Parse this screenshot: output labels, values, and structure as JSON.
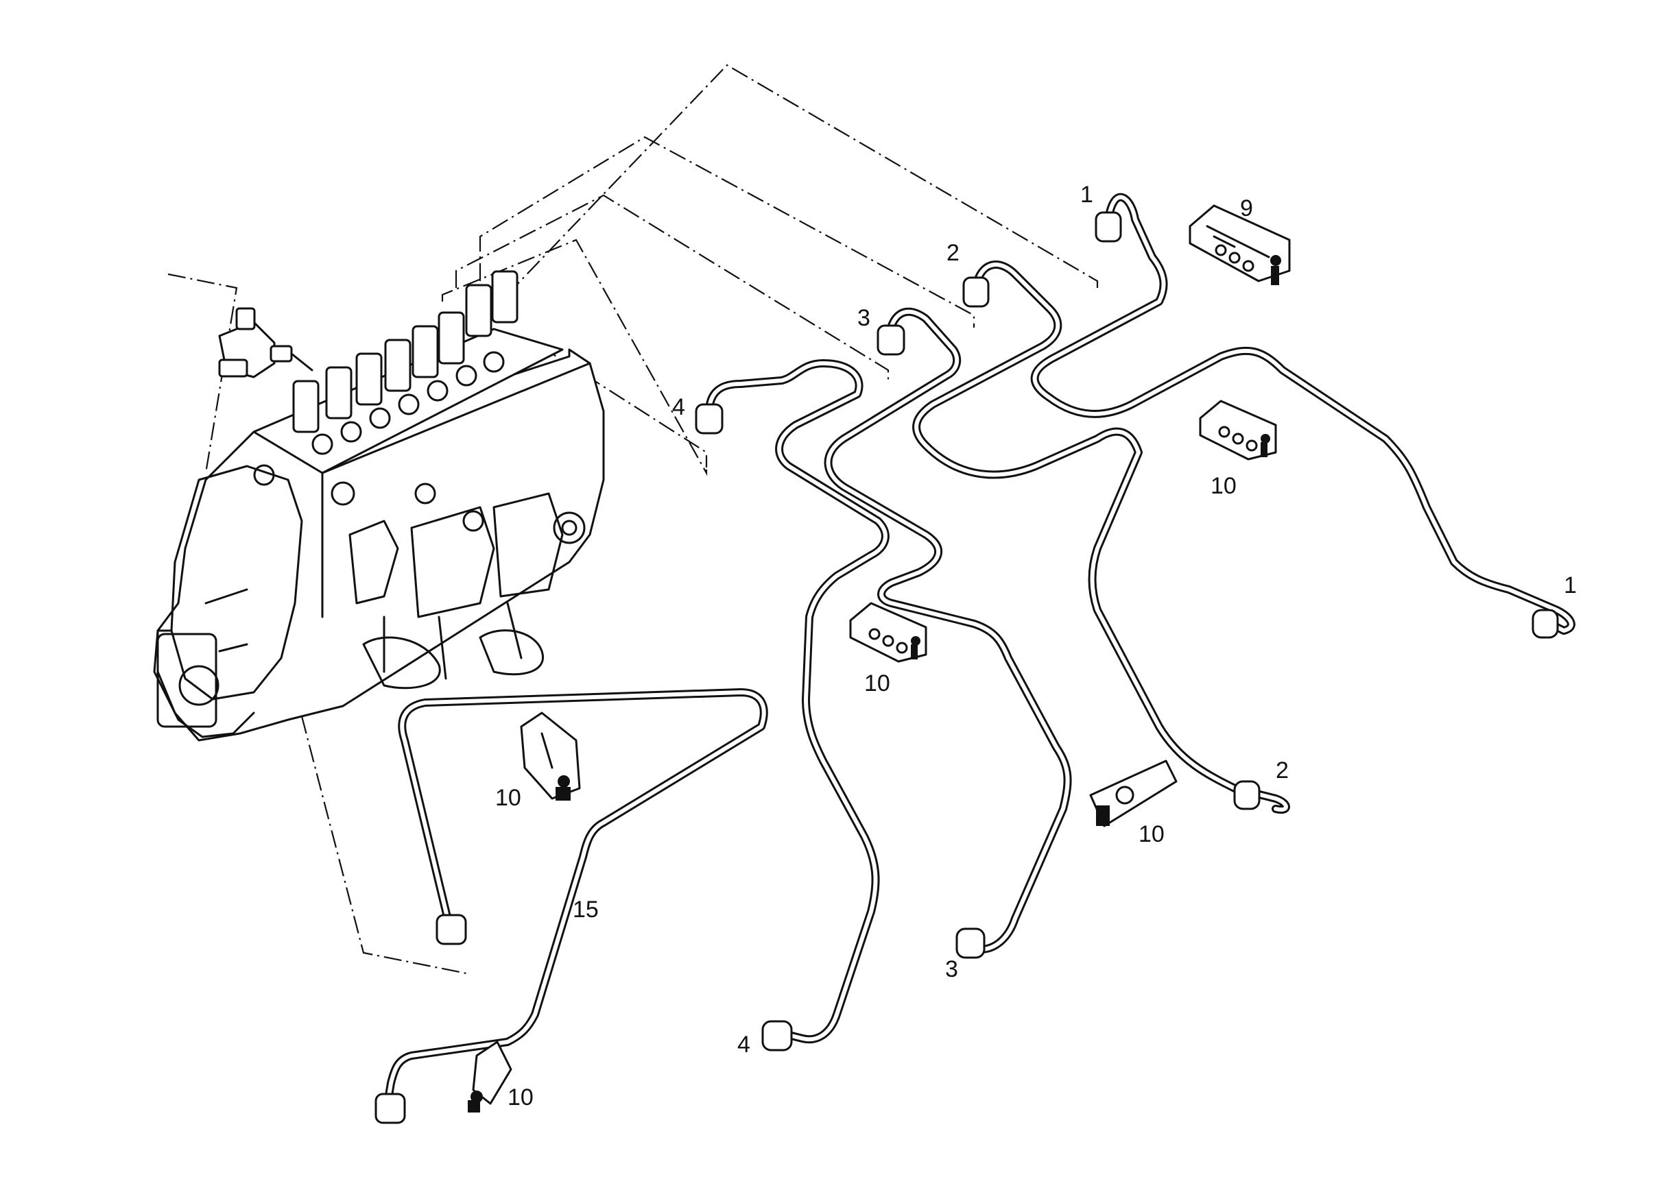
{
  "callouts": {
    "pipe_1_top": "1",
    "pipe_1_end": "1",
    "pipe_2_top": "2",
    "pipe_2_end": "2",
    "pipe_3_top": "3",
    "pipe_3_end": "3",
    "pipe_4_top": "4",
    "pipe_4_end": "4",
    "clamp_9": "9",
    "clamp_10_a": "10",
    "clamp_10_b": "10",
    "clamp_10_c": "10",
    "clamp_10_d": "10",
    "clamp_10_e": "10",
    "pipe_15": "15"
  }
}
